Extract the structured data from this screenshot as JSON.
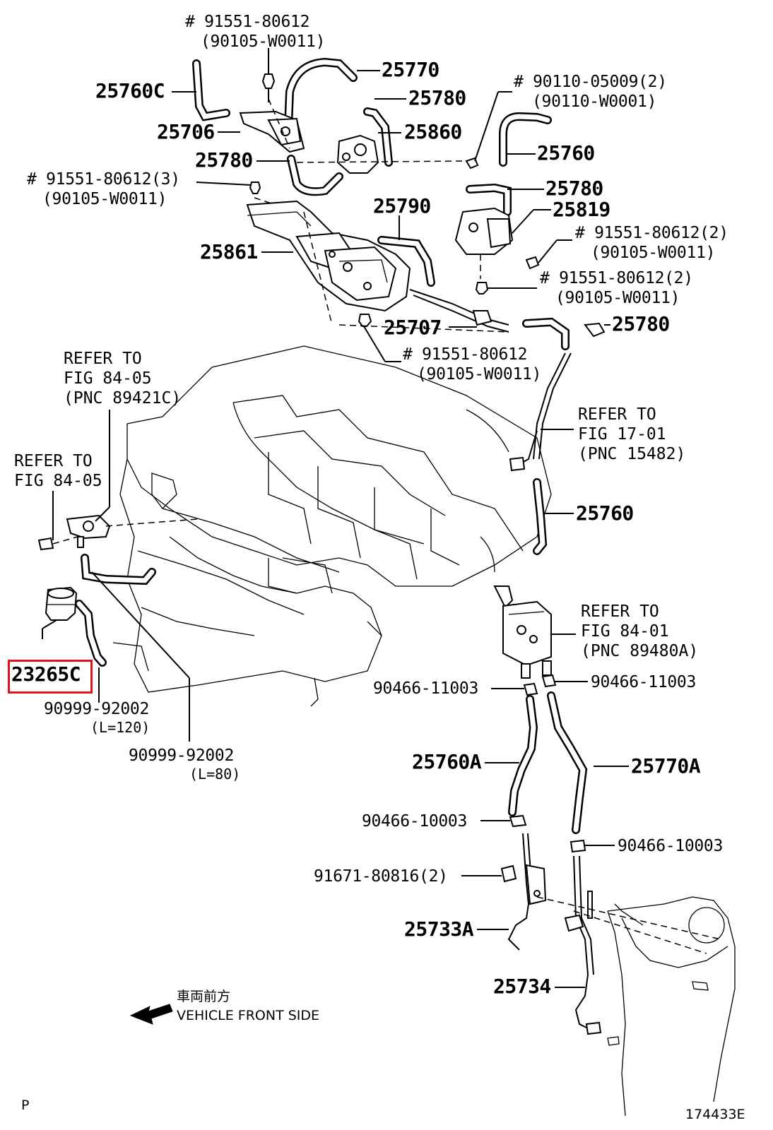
{
  "highlight_part": "23265C",
  "callouts": [
    {
      "id": "25760C",
      "text": "25760C",
      "kind": "pn"
    },
    {
      "id": "25706",
      "text": "25706",
      "kind": "pn"
    },
    {
      "id": "25780a",
      "text": "25780",
      "kind": "pn"
    },
    {
      "id": "25770",
      "text": "25770",
      "kind": "pn"
    },
    {
      "id": "25780b",
      "text": "25780",
      "kind": "pn"
    },
    {
      "id": "25860",
      "text": "25860",
      "kind": "pn"
    },
    {
      "id": "25760a",
      "text": "25760",
      "kind": "pn"
    },
    {
      "id": "25780c",
      "text": "25780",
      "kind": "pn"
    },
    {
      "id": "25819",
      "text": "25819",
      "kind": "pn"
    },
    {
      "id": "25790",
      "text": "25790",
      "kind": "pn"
    },
    {
      "id": "25861",
      "text": "25861",
      "kind": "pn"
    },
    {
      "id": "25707",
      "text": "25707",
      "kind": "pn"
    },
    {
      "id": "25780d",
      "text": "25780",
      "kind": "pn"
    },
    {
      "id": "25760b",
      "text": "25760",
      "kind": "pn"
    },
    {
      "id": "23265C",
      "text": "23265C",
      "kind": "pn"
    },
    {
      "id": "25760A",
      "text": "25760A",
      "kind": "pn"
    },
    {
      "id": "25770A",
      "text": "25770A",
      "kind": "pn"
    },
    {
      "id": "25733A",
      "text": "25733A",
      "kind": "pn"
    },
    {
      "id": "25734",
      "text": "25734",
      "kind": "pn"
    },
    {
      "id": "s1",
      "text": "# 91551-80612",
      "kind": "sp"
    },
    {
      "id": "s1b",
      "text": "(90105-W0011)",
      "kind": "sp"
    },
    {
      "id": "s2",
      "text": "# 91551-80612(3)",
      "kind": "sp"
    },
    {
      "id": "s2b",
      "text": "(90105-W0011)",
      "kind": "sp"
    },
    {
      "id": "s3",
      "text": "# 90110-05009(2)",
      "kind": "sp"
    },
    {
      "id": "s3b",
      "text": "(90110-W0001)",
      "kind": "sp"
    },
    {
      "id": "s4",
      "text": "# 91551-80612(2)",
      "kind": "sp"
    },
    {
      "id": "s4b",
      "text": "(90105-W0011)",
      "kind": "sp"
    },
    {
      "id": "s5",
      "text": "# 91551-80612(2)",
      "kind": "sp"
    },
    {
      "id": "s5b",
      "text": "(90105-W0011)",
      "kind": "sp"
    },
    {
      "id": "s6",
      "text": "# 91551-80612",
      "kind": "sp"
    },
    {
      "id": "s6b",
      "text": "(90105-W0011)",
      "kind": "sp"
    },
    {
      "id": "c1",
      "text": "90466-11003",
      "kind": "sp"
    },
    {
      "id": "c2",
      "text": "90466-11003",
      "kind": "sp"
    },
    {
      "id": "c3",
      "text": "90466-10003",
      "kind": "sp"
    },
    {
      "id": "c4",
      "text": "90466-10003",
      "kind": "sp"
    },
    {
      "id": "b1",
      "text": "91671-80816(2)",
      "kind": "sp"
    },
    {
      "id": "h1",
      "text": "90999-92002",
      "kind": "sp"
    },
    {
      "id": "h1b",
      "text": "(L=120)",
      "kind": "sm"
    },
    {
      "id": "h2",
      "text": "90999-92002",
      "kind": "sp"
    },
    {
      "id": "h2b",
      "text": "(L=80)",
      "kind": "sm"
    }
  ],
  "references": [
    {
      "id": "r1",
      "lines": [
        "REFER TO",
        "FIG 84-05",
        "(PNC 89421C)"
      ]
    },
    {
      "id": "r2",
      "lines": [
        "REFER TO",
        "FIG 84-05"
      ]
    },
    {
      "id": "r3",
      "lines": [
        "REFER TO",
        "FIG 17-01",
        "(PNC 15482)"
      ]
    },
    {
      "id": "r4",
      "lines": [
        "REFER TO",
        "FIG 84-01",
        "(PNC 89480A)"
      ]
    }
  ],
  "orientation": {
    "jp": "車両前方",
    "en": "VEHICLE FRONT SIDE"
  },
  "footer": {
    "left": "P",
    "right": "174433E"
  }
}
